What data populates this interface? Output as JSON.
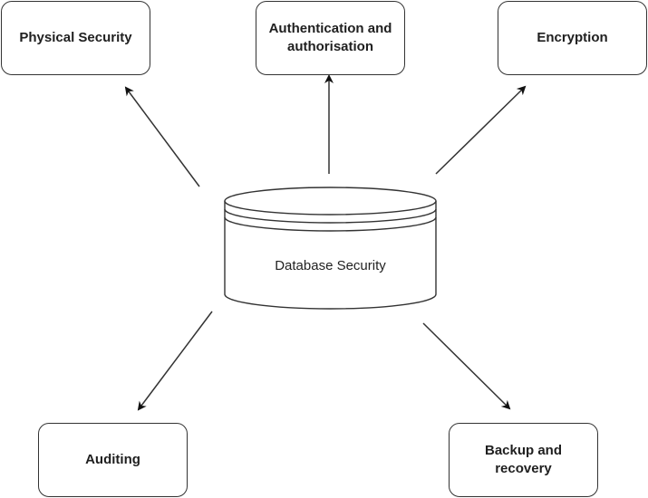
{
  "diagram": {
    "center": {
      "label": "Database Security",
      "shape": "database-cylinder"
    },
    "nodes": [
      {
        "id": "physical",
        "label": "Physical Security"
      },
      {
        "id": "auth",
        "label": "Authentication and authorisation"
      },
      {
        "id": "encryption",
        "label": "Encryption"
      },
      {
        "id": "auditing",
        "label": "Auditing"
      },
      {
        "id": "backup",
        "label": "Backup and recovery"
      }
    ],
    "edges": [
      {
        "from": "center",
        "to": "physical"
      },
      {
        "from": "center",
        "to": "auth"
      },
      {
        "from": "center",
        "to": "encryption"
      },
      {
        "from": "center",
        "to": "auditing"
      },
      {
        "from": "center",
        "to": "backup"
      }
    ],
    "colors": {
      "stroke": "#333333",
      "text": "#1f1f1f",
      "background": "#ffffff"
    }
  }
}
